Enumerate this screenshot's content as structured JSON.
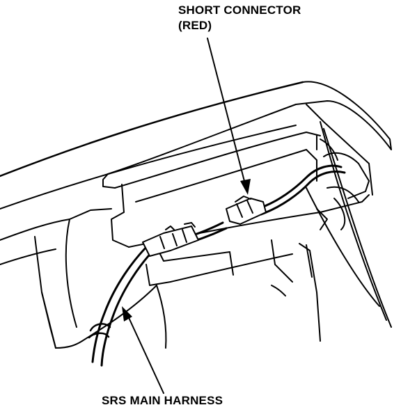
{
  "labels": {
    "short_connector_line1": "SHORT CONNECTOR",
    "short_connector_line2": "(RED)",
    "srs_main_harness": "SRS MAIN HARNESS"
  },
  "colors": {
    "ink": "#000000",
    "background": "#ffffff"
  }
}
